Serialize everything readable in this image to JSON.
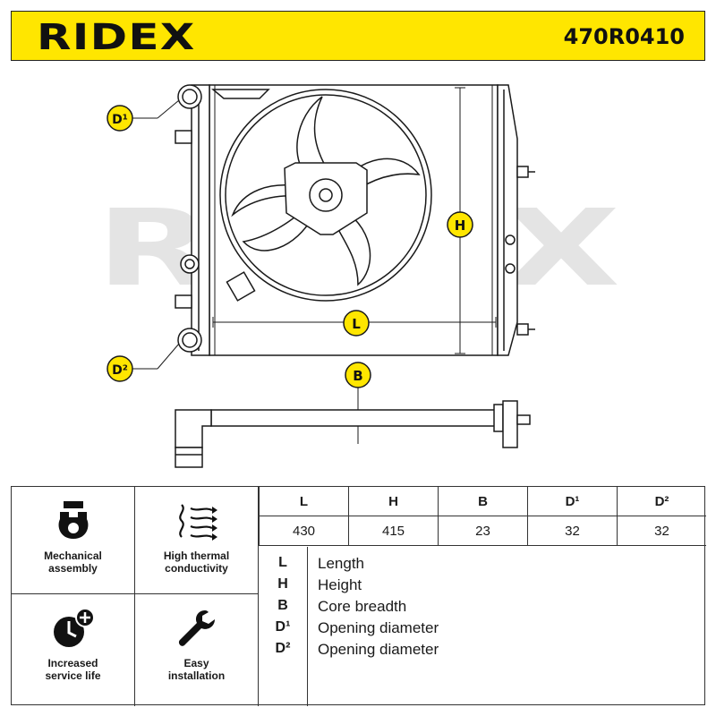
{
  "header": {
    "brand": "RIDEX",
    "part_number": "470R0410"
  },
  "watermark": "RIDEX",
  "drawing": {
    "callouts": {
      "d1": "D¹",
      "d2": "D²",
      "h": "H",
      "l": "L",
      "b": "B"
    },
    "colors": {
      "badge": "#ffe600",
      "line": "#1a1a1a",
      "watermark": "#e6e6e6"
    }
  },
  "features": [
    {
      "icon": "gear-puzzle-icon",
      "label_1": "Mechanical",
      "label_2": "assembly"
    },
    {
      "icon": "heat-waves-icon",
      "label_1": "High thermal",
      "label_2": "conductivity"
    },
    {
      "icon": "clock-plus-icon",
      "label_1": "Increased",
      "label_2": "service life"
    },
    {
      "icon": "wrench-icon",
      "label_1": "Easy",
      "label_2": "installation"
    }
  ],
  "dimensions": {
    "headers": [
      "L",
      "H",
      "B",
      "D¹",
      "D²"
    ],
    "values": [
      "430",
      "415",
      "23",
      "32",
      "32"
    ]
  },
  "legend": [
    {
      "key": "L",
      "text": "Length"
    },
    {
      "key": "H",
      "text": "Height"
    },
    {
      "key": "B",
      "text": "Core breadth"
    },
    {
      "key": "D¹",
      "text": "Opening diameter"
    },
    {
      "key": "D²",
      "text": "Opening diameter"
    }
  ]
}
